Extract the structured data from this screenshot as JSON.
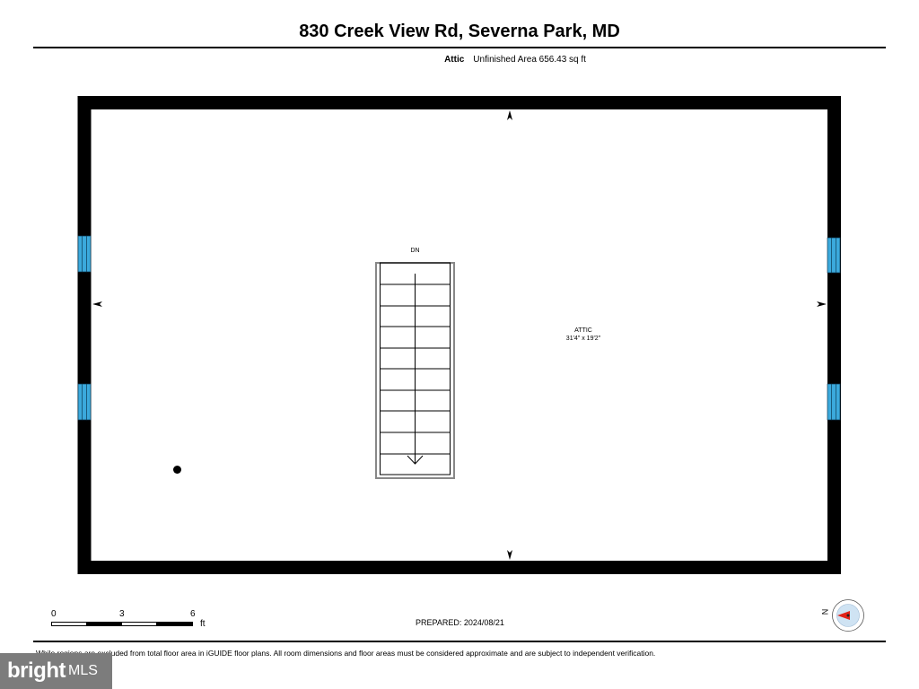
{
  "header": {
    "title": "830 Creek View Rd, Severna Park, MD",
    "level_name": "Attic",
    "area_text": "Unfinished Area 656.43 sq ft"
  },
  "plan": {
    "stairs_label": "DN",
    "room_name": "ATTIC",
    "room_dimensions": "31'4\" x 19'2\""
  },
  "scale_bar": {
    "ticks": [
      "0",
      "3",
      "6"
    ],
    "unit": "ft"
  },
  "footer": {
    "prepared": "PREPARED: 2024/08/21",
    "disclaimer": "While regions are excluded from total floor area in iGUIDE floor plans. All room dimensions and floor areas must be considered approximate and are subject to independent verification."
  },
  "compass": {
    "label": "N"
  },
  "brand": {
    "name": "bright",
    "suffix": "MLS"
  },
  "colors": {
    "wall": "#000000",
    "window": "#3ba9dc",
    "stair_border": "#888888",
    "compass_arrow": "#e2231a",
    "compass_fill": "#cfe3f3"
  }
}
